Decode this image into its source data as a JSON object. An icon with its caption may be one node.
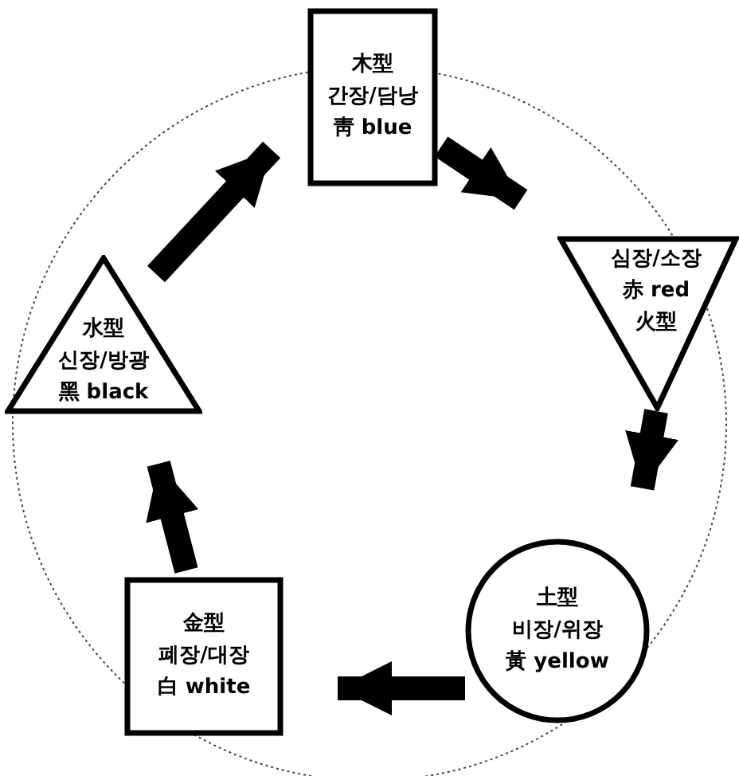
{
  "diagram": {
    "nodes": [
      {
        "text": [
          "木型",
          "간장/담낭",
          "靑 blue"
        ]
      },
      {
        "text": [
          "심장/소장",
          "赤 red",
          "火型"
        ]
      },
      {
        "text": [
          "土型",
          "비장/위장",
          "黃 yellow"
        ]
      },
      {
        "text": [
          "金型",
          "폐장/대장",
          "白 white"
        ]
      },
      {
        "text": [
          "水型",
          "신장/방광",
          "黑 black"
        ]
      }
    ],
    "edges": [
      {
        "from": 0,
        "to": 1,
        "arrow": "to"
      },
      {
        "from": 1,
        "to": 2,
        "arrow": "to"
      },
      {
        "from": 2,
        "to": 3,
        "arrow": "to"
      },
      {
        "from": 3,
        "to": 4,
        "arrow": "to"
      },
      {
        "from": 4,
        "to": 0,
        "arrow": "to"
      }
    ]
  }
}
